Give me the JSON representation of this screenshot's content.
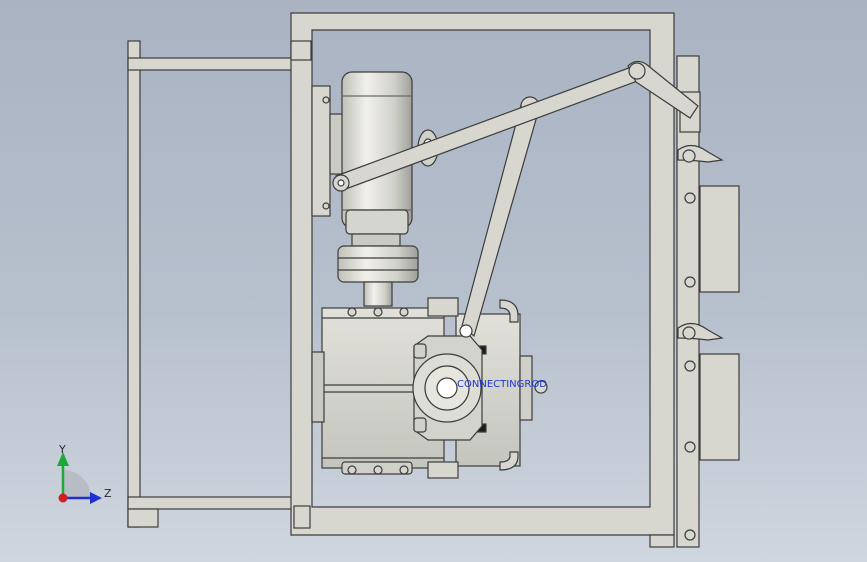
{
  "viewport": {
    "background_top": "#a9b3c2",
    "background_bottom": "#cfd6df"
  },
  "model": {
    "part_color": "#d7d7cf",
    "edge_color": "#3c3c3c",
    "annotation_text": "CONNECTINGROD",
    "annotation_color": "#1f35d6"
  },
  "triad": {
    "y_label": "Y",
    "z_label": "Z",
    "y_color": "#1fa83a",
    "z_color": "#1f2fd6",
    "x_color": "#d11f1f"
  }
}
